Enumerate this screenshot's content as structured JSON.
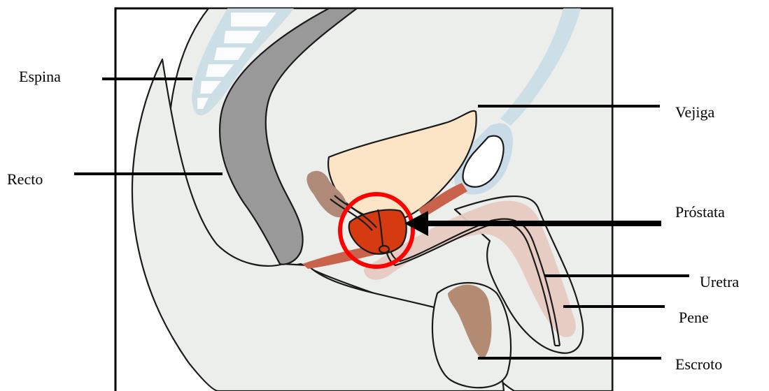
{
  "labels": {
    "espina": "Espina",
    "recto": "Recto",
    "vejiga": "Vejiga",
    "prostata": "Próstata",
    "uretra": "Uretra",
    "pene": "Pene",
    "escroto": "Escroto"
  },
  "colors": {
    "body": "#eceeec",
    "spine": "#c9dbe6",
    "rectum": "#999999",
    "bladder": "#fbe5c6",
    "prostate": "#d63a10",
    "highlight": "#ff0000",
    "penis": "#e6c9c0",
    "scrotum_shadow": "#b38b73",
    "seminal": "#b08a78",
    "muscle": "#c8624a"
  }
}
